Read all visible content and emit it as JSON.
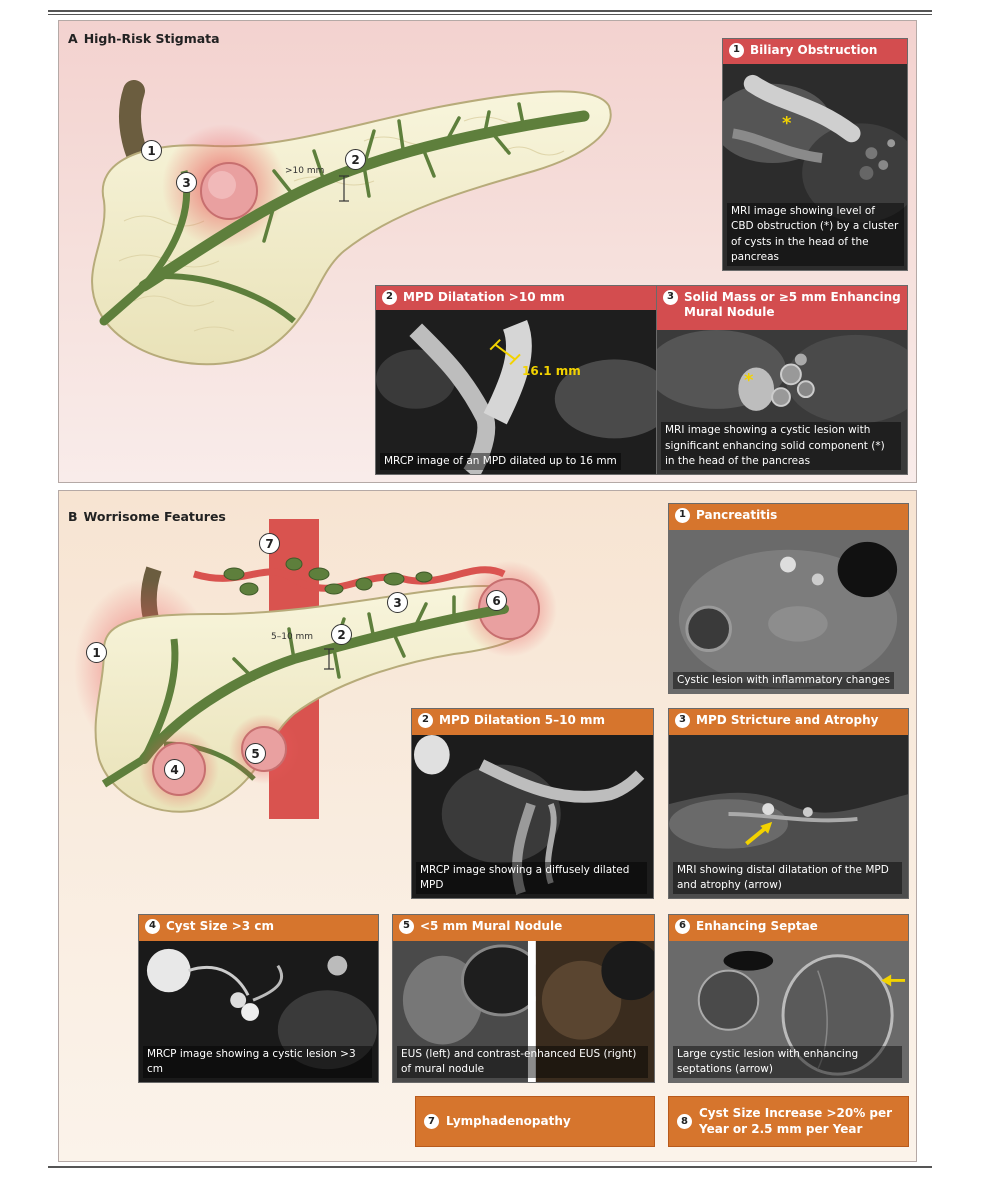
{
  "sections": {
    "a": {
      "letter": "A",
      "title": "High-Risk Stigmata",
      "diagram_labels": {
        "c1": "1",
        "c2": "2",
        "c3": "3",
        "mpd": ">10 mm"
      },
      "panels": [
        {
          "num": "1",
          "title": "Biliary Obstruction",
          "caption": "MRI image showing level of CBD obstruction (*) by a cluster of cysts in the head of the pancreas"
        },
        {
          "num": "2",
          "title": "MPD Dilatation >10 mm",
          "caption": "MRCP image of an MPD dilated up to 16 mm",
          "measurement": "16.1 mm"
        },
        {
          "num": "3",
          "title": "Solid Mass or ≥5 mm Enhancing Mural Nodule",
          "caption": "MRI image showing a cystic lesion with significant enhancing solid component (*) in the head of the pancreas"
        }
      ],
      "asterisk": "*"
    },
    "b": {
      "letter": "B",
      "title": "Worrisome Features",
      "diagram_labels": {
        "c1": "1",
        "c2": "2",
        "c3": "3",
        "c4": "4",
        "c5": "5",
        "c6": "6",
        "c7": "7",
        "mpd": "5–10 mm"
      },
      "panels": [
        {
          "num": "1",
          "title": "Pancreatitis",
          "caption": "Cystic lesion with inflammatory changes"
        },
        {
          "num": "2",
          "title": "MPD Dilatation 5–10 mm",
          "caption": "MRCP image showing a diffusely dilated MPD"
        },
        {
          "num": "3",
          "title": "MPD Stricture and Atrophy",
          "caption": "MRI showing distal dilatation of the MPD and atrophy (arrow)"
        },
        {
          "num": "4",
          "title": "Cyst Size >3 cm",
          "caption": "MRCP image showing a cystic lesion >3 cm"
        },
        {
          "num": "5",
          "title": "<5 mm Mural Nodule",
          "caption": "EUS (left) and contrast-enhanced EUS (right) of mural nodule"
        },
        {
          "num": "6",
          "title": "Enhancing Septae",
          "caption": "Large cystic lesion with enhancing septations (arrow)"
        },
        {
          "num": "7",
          "title": "Lymphadenopathy"
        },
        {
          "num": "8",
          "title": "Cyst Size Increase >20% per Year or 2.5 mm per Year"
        }
      ]
    }
  },
  "colors": {
    "high_risk_header": "#d34d4f",
    "worrisome_header": "#d6752d",
    "pancreas": "#f4f0d2",
    "duct": "#5e7f3c",
    "cyst": "#e9a0a0",
    "vessel": "#d9534f",
    "highlight": "#f2d200"
  }
}
